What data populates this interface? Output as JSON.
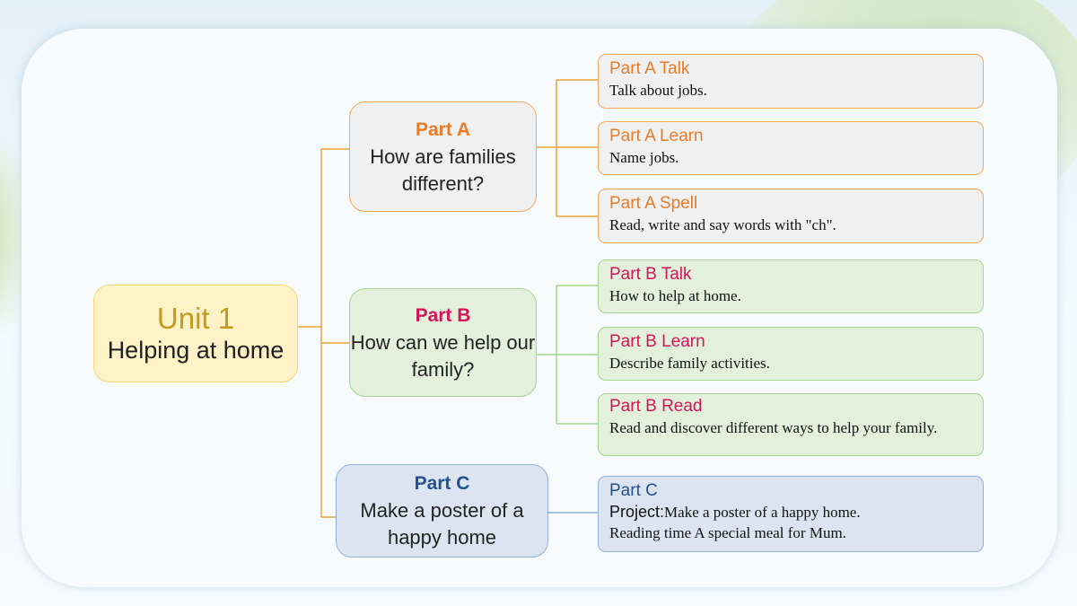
{
  "root": {
    "title": "Unit 1",
    "subtitle": "Helping at home"
  },
  "parts": {
    "a": {
      "title": "Part A",
      "question": "How are families different?"
    },
    "b": {
      "title": "Part B",
      "question": "How can we help our family?"
    },
    "c": {
      "title": "Part C",
      "question": "Make a poster of a happy home"
    }
  },
  "leaves": {
    "a_talk": {
      "title": "Part A Talk",
      "desc": "Talk about jobs."
    },
    "a_learn": {
      "title": "Part A Learn",
      "desc": "Name  jobs."
    },
    "a_spell": {
      "title": "Part A Spell",
      "desc": "Read, write and say words  with  \"ch\"."
    },
    "b_talk": {
      "title": "Part B Talk",
      "desc": "How to help at home."
    },
    "b_learn": {
      "title": "Part B Learn",
      "desc": "Describe family activities."
    },
    "b_read": {
      "title": "Part B Read",
      "desc": "Read and discover different ways to help your family."
    },
    "c": {
      "title": "Part C",
      "project_label": "Project:",
      "project_text": "Make a poster of a happy home.",
      "reading": "Reading time  A special meal for Mum."
    }
  },
  "colors": {
    "line_orange": "#e8a13a",
    "line_green": "#a4d68e",
    "line_blue": "#8fb0de"
  }
}
